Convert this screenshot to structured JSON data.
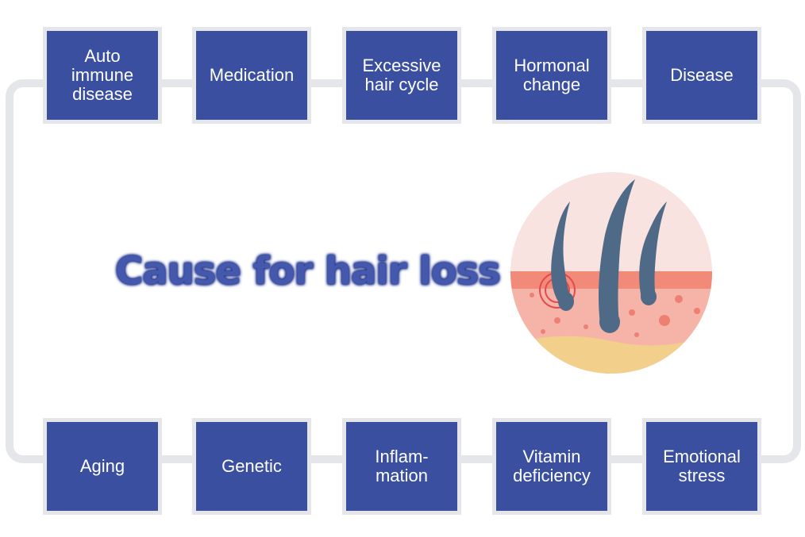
{
  "title": "Cause for hair loss",
  "top_causes": [
    {
      "label": "Auto\nimmune\ndisease"
    },
    {
      "label": "Medication"
    },
    {
      "label": "Excessive\nhair cycle"
    },
    {
      "label": "Hormonal\nchange"
    },
    {
      "label": "Disease"
    }
  ],
  "bottom_causes": [
    {
      "label": "Aging"
    },
    {
      "label": "Genetic"
    },
    {
      "label": "Inflam-\nmation"
    },
    {
      "label": "Vitamin\ndeficiency"
    },
    {
      "label": "Emotional\nstress"
    }
  ],
  "colors": {
    "box": "#3b4fa1",
    "loop": "#e4e6ea",
    "title": "#4458ad",
    "skin_top": "#f8e3e1",
    "skin_band": "#f28a7a",
    "skin_mid": "#f6b4a8",
    "fat": "#f3cf8c",
    "hair": "#4f6a86"
  },
  "illustration": {
    "icon": "scalp-cross-section-icon"
  }
}
